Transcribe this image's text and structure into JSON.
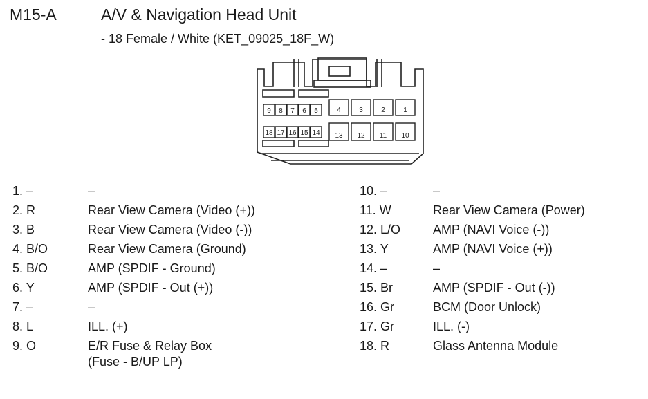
{
  "header": {
    "code": "M15-A",
    "title": "A/V & Navigation Head Unit",
    "subtitle": "- 18 Female / White (KET_09025_18F_W)"
  },
  "connector_pins": {
    "top_row_left": [
      "9",
      "8",
      "7",
      "6",
      "5"
    ],
    "top_row_right": [
      "4",
      "3",
      "2",
      "1"
    ],
    "bottom_row_left": [
      "18",
      "17",
      "16",
      "15",
      "14"
    ],
    "bottom_row_right": [
      "13",
      "12",
      "11",
      "10"
    ]
  },
  "pins_left": [
    {
      "cw": "1. –",
      "desc": "–"
    },
    {
      "cw": "2. R",
      "desc": "Rear View Camera (Video (+))"
    },
    {
      "cw": "3. B",
      "desc": "Rear View Camera (Video (-))"
    },
    {
      "cw": "4. B/O",
      "desc": "Rear View Camera (Ground)"
    },
    {
      "cw": "5. B/O",
      "desc": "AMP (SPDIF - Ground)"
    },
    {
      "cw": "6. Y",
      "desc": "AMP (SPDIF - Out (+))"
    },
    {
      "cw": "7. –",
      "desc": "–"
    },
    {
      "cw": "8. L",
      "desc": "ILL. (+)"
    },
    {
      "cw": "9. O",
      "desc": "E/R Fuse & Relay Box"
    }
  ],
  "pin9_continuation": "(Fuse - B/UP LP)",
  "pins_right": [
    {
      "cw": "10. –",
      "desc": "–"
    },
    {
      "cw": "11. W",
      "desc": "Rear View Camera (Power)"
    },
    {
      "cw": "12. L/O",
      "desc": "AMP (NAVI Voice (-))"
    },
    {
      "cw": "13. Y",
      "desc": "AMP (NAVI Voice (+))"
    },
    {
      "cw": "14. –",
      "desc": "–"
    },
    {
      "cw": "15. Br",
      "desc": "AMP (SPDIF - Out (-))"
    },
    {
      "cw": "16. Gr",
      "desc": "BCM (Door Unlock)"
    },
    {
      "cw": "17. Gr",
      "desc": "ILL. (-)"
    },
    {
      "cw": "18. R",
      "desc": "Glass Antenna Module"
    }
  ]
}
